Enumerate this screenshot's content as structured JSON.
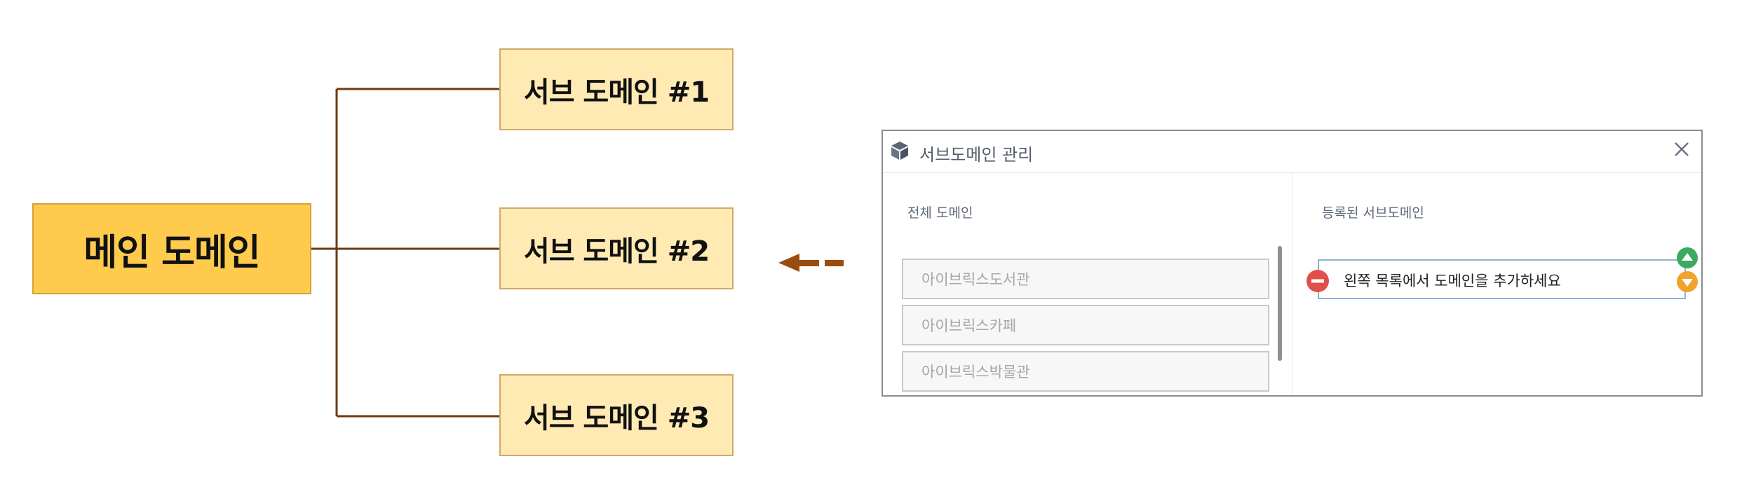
{
  "diagram": {
    "main_label": "메인 도메인",
    "sub_labels": [
      "서브 도메인 #1",
      "서브 도메인 #2",
      "서브 도메인 #3"
    ],
    "connector_color": "#6b3a10",
    "arrow_color": "#9c4b11"
  },
  "dialog": {
    "title": "서브도메인 관리",
    "icon": "cube-icon",
    "close_icon": "close-icon",
    "left_panel": {
      "heading": "전체 도메인",
      "items": [
        "아이브릭스도서관",
        "아이브릭스카페",
        "아이브릭스박물관"
      ]
    },
    "right_panel": {
      "heading": "등록된 서브도메인",
      "items": [
        "왼쪽 목록에서 도메인을 추가하세요"
      ],
      "remove_icon": "minus-circle-icon",
      "move_up_icon": "arrow-up-circle-icon",
      "move_down_icon": "arrow-down-circle-icon"
    },
    "colors": {
      "remove": "#e04f4a",
      "move_up": "#3aaa5f",
      "move_down": "#f0a22b",
      "title_text": "#555d6e"
    }
  }
}
